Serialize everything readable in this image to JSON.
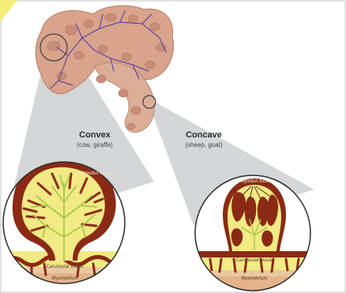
{
  "convex": {
    "title": "Convex",
    "subtitle": "(cow, giraffe)",
    "cotyledon_label": "Cotyledon tissue",
    "caruncle_label": "Caruncular tissue",
    "myometrium_label": "Myometrium"
  },
  "concave": {
    "title": "Concave",
    "subtitle": "(sheep, goat)",
    "cotyledon_label": "Cotyledon tissue",
    "caruncle_label": "Caruncular tissue",
    "myometrium_label": "Myometrium"
  },
  "colors": {
    "tissue_dark": "#8b2a14",
    "caruncle_yellow": "#f2ea84",
    "placenta_pink": "#d9a38c",
    "myometrium": "#e3b38a",
    "funnel_gray": "#cfd2d4",
    "accent_yellow": "#f3ee7a"
  }
}
